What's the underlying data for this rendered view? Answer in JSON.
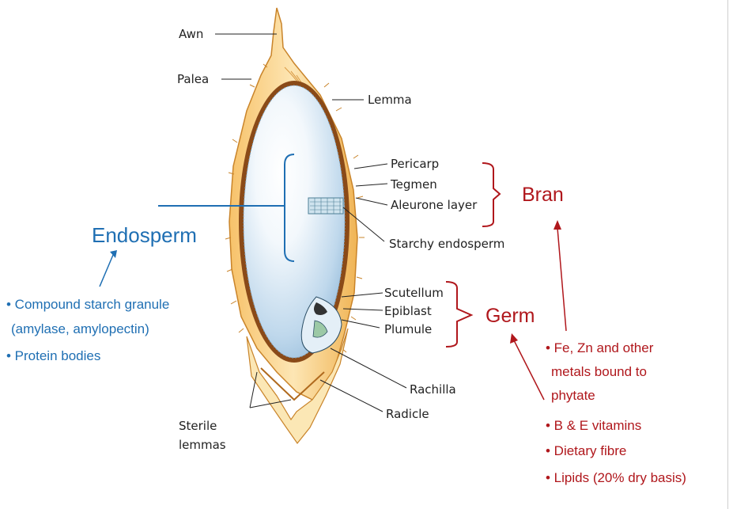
{
  "labels": {
    "awn": "Awn",
    "palea": "Palea",
    "lemma": "Lemma",
    "pericarp": "Pericarp",
    "tegmen": "Tegmen",
    "aleurone": "Aleurone layer",
    "starchy": "Starchy endosperm",
    "scutellum": "Scutellum",
    "epiblast": "Epiblast",
    "plumule": "Plumule",
    "rachilla": "Rachilla",
    "radicle": "Radicle",
    "sterile1": "Sterile",
    "sterile2": "lemmas"
  },
  "groups": {
    "endosperm": "Endosperm",
    "bran": "Bran",
    "germ": "Germ"
  },
  "endosperm_notes": [
    "• Compound starch granule",
    "(amylase, amylopectin)",
    "• Protein bodies"
  ],
  "bran_notes": [
    "• Fe, Zn and other",
    "metals bound to",
    "phytate",
    "• B & E vitamins",
    "• Dietary fibre",
    "• Lipids (20% dry basis)"
  ],
  "colors": {
    "endosperm_blue": "#1f6fb3",
    "bran_red": "#b0171c",
    "husk_orange": "#e8a23a",
    "seed_fill": "#dbeaf6"
  }
}
